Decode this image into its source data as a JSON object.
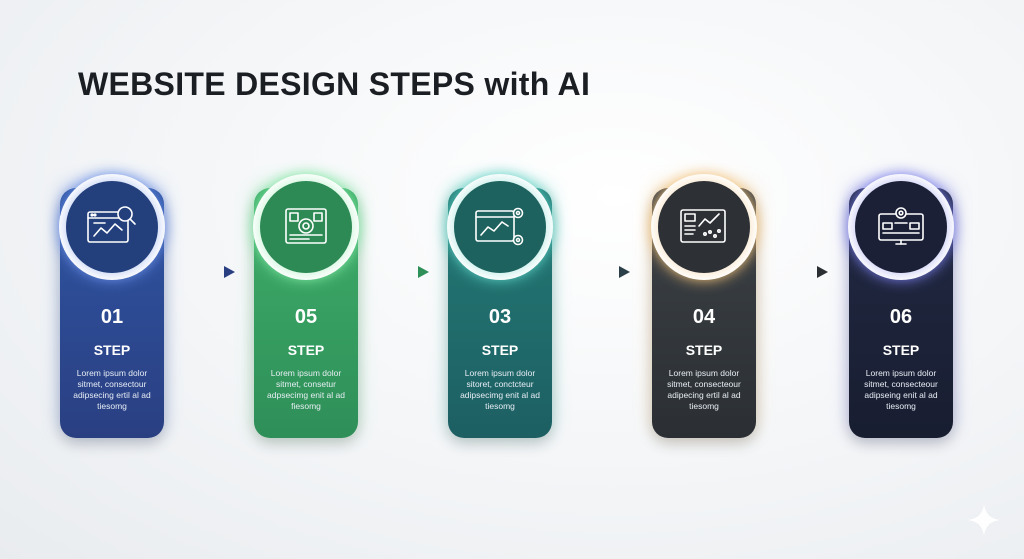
{
  "title": {
    "main": "WEBSITE DESIGN STEPS",
    "suffix": "with AI"
  },
  "steps": [
    {
      "number": "01",
      "label": "STEP",
      "description": "Lorem ipsum dolor sitmet, consectour adipsecing ertil al ad tiesomg",
      "icon": "browser-chart-search-icon",
      "color_top": "#2f55a3",
      "color_bottom": "#2a3f82",
      "circle_color": "#23407d",
      "glow": "#6a8fe6"
    },
    {
      "number": "05",
      "label": "STEP",
      "description": "Lorem ipsum dolor sitmet, consetur adpsecimg enit al ad fiesomg",
      "icon": "design-layout-icon",
      "color_top": "#3fae6a",
      "color_bottom": "#2e8f58",
      "circle_color": "#2d8a55",
      "glow": "#7fe6a2"
    },
    {
      "number": "03",
      "label": "STEP",
      "description": "Lorem ipsum dolor sitoret, conctcteur adipsecimg enit al ad tiesomg",
      "icon": "browser-chart-gears-icon",
      "color_top": "#237a75",
      "color_bottom": "#1d5f63",
      "circle_color": "#1d625e",
      "glow": "#5fd1c4"
    },
    {
      "number": "04",
      "label": "STEP",
      "description": "Lorem ipsum dolor sitmet, consecteour adipecing ertil al ad tiesomg",
      "icon": "dashboard-analytics-icon",
      "color_top": "#3d4247",
      "color_bottom": "#2b2f33",
      "circle_color": "#2d3135",
      "glow": "#f1c27b"
    },
    {
      "number": "06",
      "label": "STEP",
      "description": "Lorem ipsum dolor sitmet, consecteour adipseing enit al ad tiesomg",
      "icon": "monitor-gear-icon",
      "color_top": "#222a44",
      "color_bottom": "#181d30",
      "circle_color": "#1b2036",
      "glow": "#7a7de8"
    }
  ],
  "arrows": [
    {
      "color_from": "#3a5aa8",
      "color_to": "#2a3f82"
    },
    {
      "color_from": "#52b777",
      "color_to": "#2e8f58"
    },
    {
      "color_from": "#3f8a80",
      "color_to": "#2b3f48"
    },
    {
      "color_from": "#8a7468",
      "color_to": "#2b2f33"
    }
  ]
}
